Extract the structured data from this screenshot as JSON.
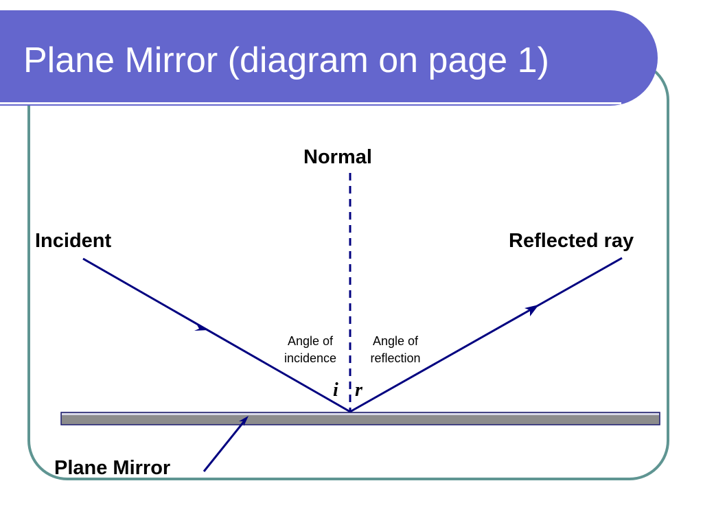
{
  "title": "Plane Mirror (diagram on page 1)",
  "labels": {
    "normal": "Normal",
    "incident": "Incident",
    "reflected": "Reflected ray",
    "angle_incidence_line1": "Angle of",
    "angle_incidence_line2": "incidence",
    "angle_reflection_line1": "Angle of",
    "angle_reflection_line2": "reflection",
    "symbol_i": "i",
    "symbol_r": "r",
    "mirror": "Plane Mirror"
  },
  "colors": {
    "title_background": "#6466cd",
    "frame_border": "#5f9592",
    "ray": "#000080",
    "mirror_fill": "#8c8c8c",
    "mirror_outline": "#1a1a70"
  }
}
